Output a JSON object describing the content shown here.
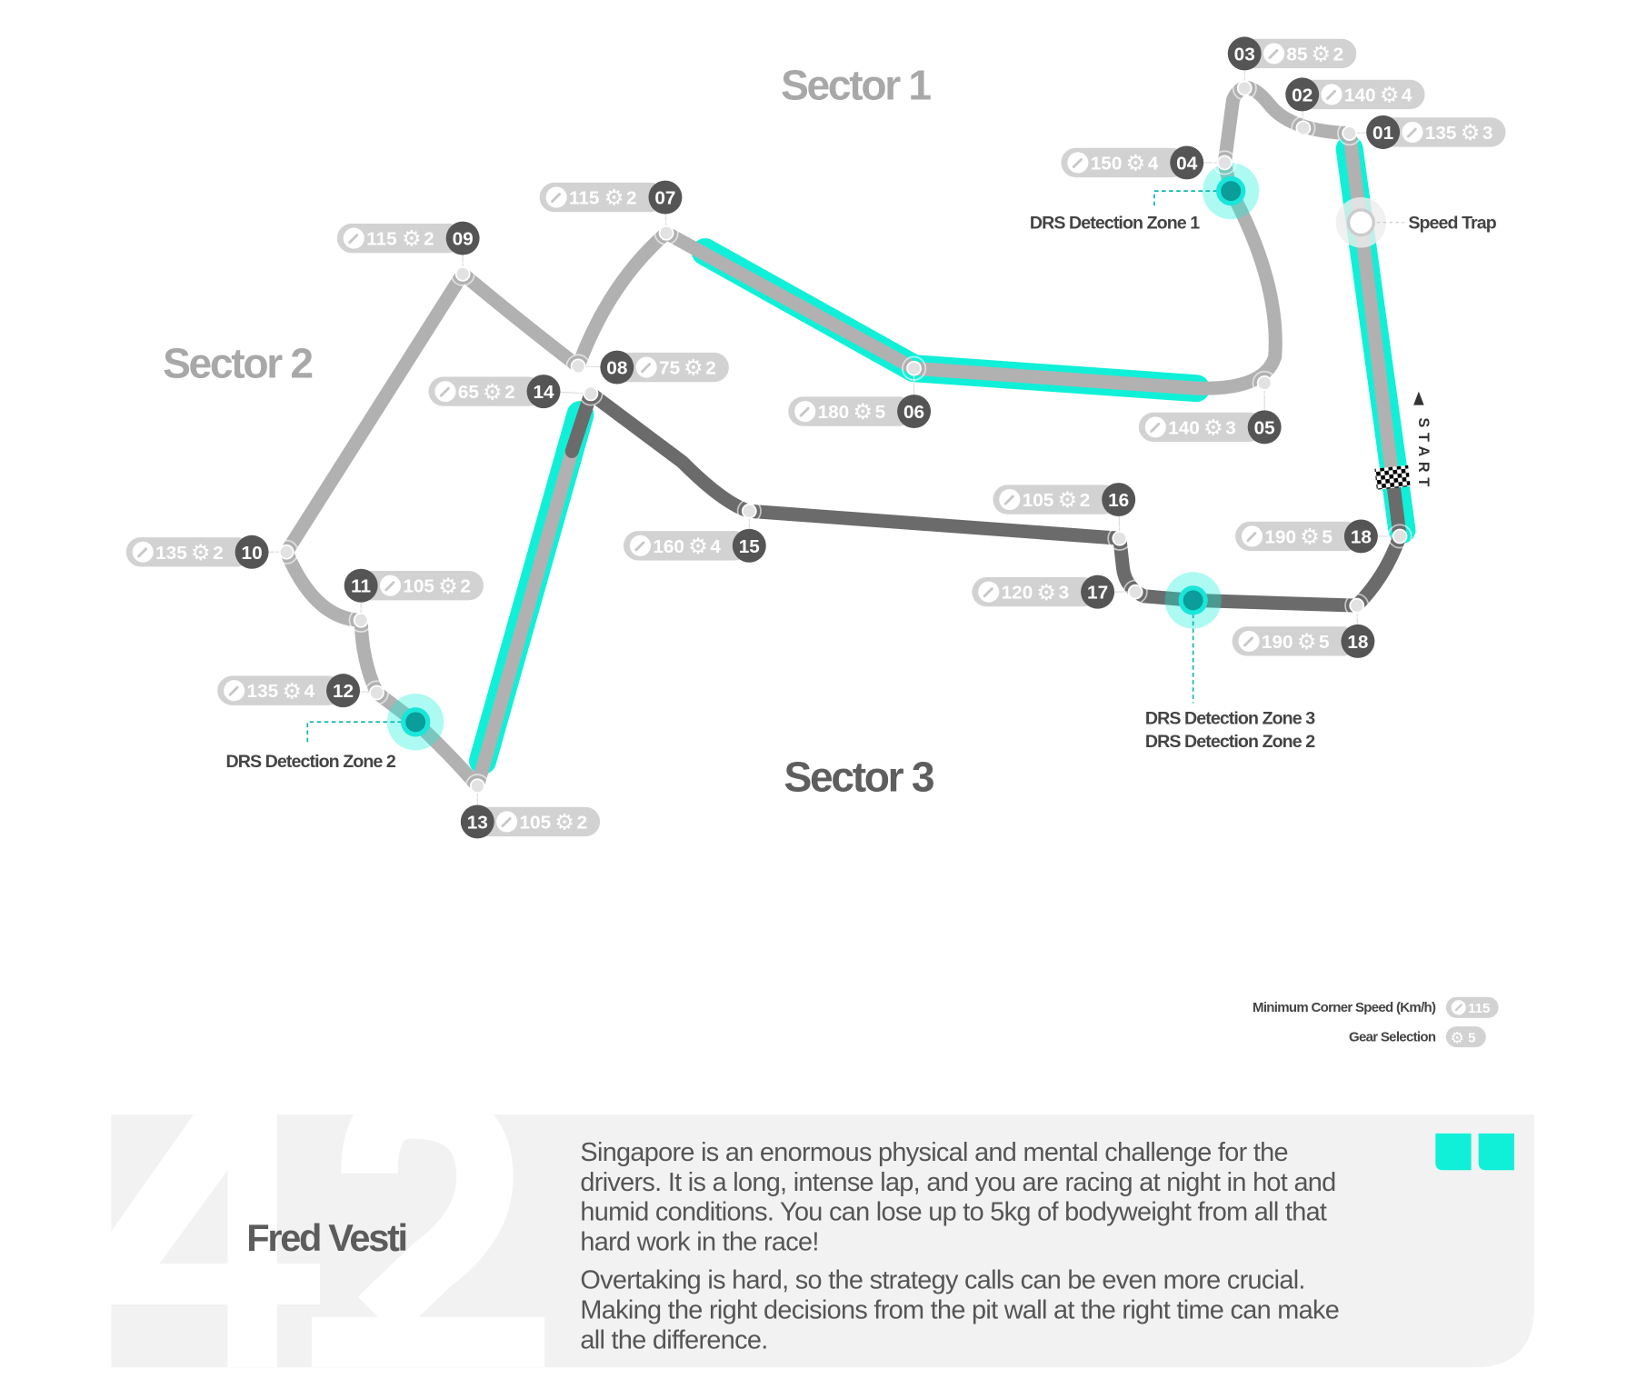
{
  "sectors": {
    "s1": "Sector 1",
    "s2": "Sector 2",
    "s3": "Sector 3"
  },
  "corners": [
    {
      "num": "01",
      "speed": "135",
      "gear": "3"
    },
    {
      "num": "02",
      "speed": "140",
      "gear": "4"
    },
    {
      "num": "03",
      "speed": "85",
      "gear": "2"
    },
    {
      "num": "04",
      "speed": "150",
      "gear": "4"
    },
    {
      "num": "05",
      "speed": "140",
      "gear": "3"
    },
    {
      "num": "06",
      "speed": "180",
      "gear": "5"
    },
    {
      "num": "07",
      "speed": "115",
      "gear": "2"
    },
    {
      "num": "08",
      "speed": "75",
      "gear": "2"
    },
    {
      "num": "09",
      "speed": "115",
      "gear": "2"
    },
    {
      "num": "10",
      "speed": "135",
      "gear": "2"
    },
    {
      "num": "11",
      "speed": "105",
      "gear": "2"
    },
    {
      "num": "12",
      "speed": "135",
      "gear": "4"
    },
    {
      "num": "13",
      "speed": "105",
      "gear": "2"
    },
    {
      "num": "14",
      "speed": "65",
      "gear": "2"
    },
    {
      "num": "15",
      "speed": "160",
      "gear": "4"
    },
    {
      "num": "16",
      "speed": "105",
      "gear": "2"
    },
    {
      "num": "17",
      "speed": "120",
      "gear": "3"
    },
    {
      "num": "18",
      "speed": "190",
      "gear": "5"
    },
    {
      "num": "18",
      "speed": "190",
      "gear": "5"
    }
  ],
  "drs": {
    "zone1": "DRS Detection Zone 1",
    "zone2": "DRS Detection Zone 2",
    "zone3a": "DRS Detection Zone 3",
    "zone3b": "DRS Detection Zone 2"
  },
  "speed_trap": "Speed Trap",
  "start_label": "START",
  "legend": {
    "speed_label": "Minimum Corner Speed (Km/h)",
    "speed_example": "115",
    "gear_label": "Gear Selection",
    "gear_example": "5"
  },
  "driver": {
    "number": "42",
    "name": "Fred Vesti",
    "quote_para1": [
      "Singapore is an enormous physical and mental challenge for the",
      "drivers. It is a long, intense lap, and you are racing at night in hot and",
      "humid conditions. You can lose up to 5kg of bodyweight from all that",
      "hard work in the race!"
    ],
    "quote_para2": [
      "Overtaking is hard, so the strategy calls can be even more crucial.",
      "Making the right decisions from the pit wall at the right time can make",
      "all the difference."
    ]
  },
  "colors": {
    "drs_cyan": "#10f0d8",
    "track_light": "#b1b1b1",
    "track_dark": "#6b6b6b",
    "badge": "#555555",
    "pill": "#d2d2d2"
  }
}
